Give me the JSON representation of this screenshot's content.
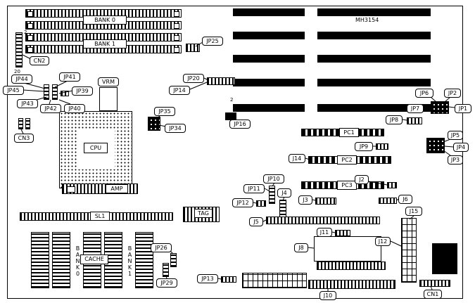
{
  "model": "MH3154",
  "labels": {
    "bank0": "BANK 0",
    "bank1": "BANK 1",
    "cn2": "CN2",
    "pin2top": "2",
    "pin20": "20",
    "jp25": "JP25",
    "jp44": "JP44",
    "jp41": "JP41",
    "jp45": "JP45",
    "jp39": "JP39",
    "jp43": "JP43",
    "jp42": "JP42",
    "jp40": "JP40",
    "vrm": "VRM",
    "cn3": "CN3",
    "cpu": "CPU",
    "amp": "AMP",
    "jp35": "JP35",
    "jp34": "JP34",
    "jp20": "JP20",
    "jp14": "JP14",
    "pin2isa": "2",
    "jp16": "JP16",
    "jp6": "JP6",
    "jp2": "JP2",
    "jp7": "JP7",
    "jp1": "JP1",
    "jp8": "JP8",
    "jp5": "JP5",
    "jp4": "JP4",
    "jp3": "JP3",
    "pc1": "PC1",
    "jp9": "JP9",
    "j14": "J14",
    "pc2": "PC2",
    "pc3": "PC3",
    "j2": "J2",
    "jp10": "JP10",
    "jp11": "JP11",
    "jp12": "JP12",
    "j4": "J4",
    "j3": "J3",
    "j6": "J6",
    "j15": "J15",
    "j5": "J5",
    "j11": "J11",
    "j12": "J12",
    "j8": "J8",
    "j10": "J10",
    "jp13": "JP13",
    "sl1": "SL1",
    "tag": "TAG",
    "cache": "CACHE",
    "cachebank0": "BANK0",
    "cachebank1": "BANK1",
    "jp26": "JP26",
    "jp29": "JP29",
    "cn1": "CN1"
  }
}
